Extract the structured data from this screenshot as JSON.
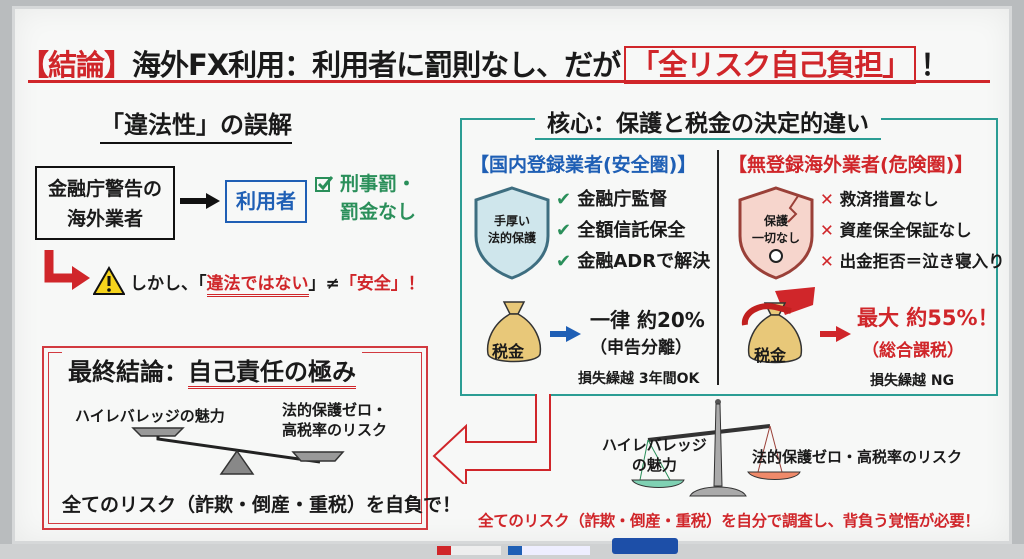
{
  "title": {
    "bracket": "【結論】",
    "main": "海外FX利用：利用者に罰則なし、だが",
    "boxed": "「全リスク自己負担」",
    "end": "！"
  },
  "misconception": {
    "title": "「違法性」の誤解",
    "fsa_box": [
      "金融庁警告の",
      "海外業者"
    ],
    "user_box": "利用者",
    "green_note": [
      "刑事罰・",
      "罰金なし"
    ],
    "warning": {
      "prefix": "しかし、",
      "quote_open": "「",
      "illegal": "違法ではない",
      "quote_close": "」",
      "neq": "≠",
      "safe": "「安全」",
      "end": "！"
    }
  },
  "core": {
    "title": "核心：保護と税金の決定的違い",
    "domestic": {
      "header": "【国内登録業者(安全圏)】",
      "shield": [
        "手厚い",
        "法的保護"
      ],
      "items": [
        "金融庁監督",
        "全額信託保全",
        "金融ADRで解決"
      ],
      "bag": "税金",
      "tax_rate": "一律 約20%",
      "tax_type": "（申告分離）",
      "loss": "損失繰越 3年間OK"
    },
    "offshore": {
      "header": "【無登録海外業者(危険圏)】",
      "shield": [
        "保護",
        "一切なし"
      ],
      "items": [
        "救済措置なし",
        "資産保全保証なし",
        "出金拒否＝泣き寝入り"
      ],
      "bag": "税金",
      "tax_rate": "最大 約55%！",
      "tax_type": "（総合課税）",
      "loss": "損失繰越 NG"
    }
  },
  "final": {
    "title_prefix": "最終結論：",
    "title_em": "自己責任の極み",
    "left_label": "ハイレバレッジの魅力",
    "right_label": [
      "法的保護ゼロ・",
      "高税率のリスク"
    ],
    "message": "全てのリスク（詐欺・倒産・重税）を自負で！"
  },
  "scale": {
    "left_label": [
      "ハイレバレッジ",
      "の魅力"
    ],
    "right_label": "法的保護ゼロ・高税率のリスク"
  },
  "bottom_message": "全てのリスク（詐欺・倒産・重税）を自分で調査し、背負う覚悟が必要！",
  "colors": {
    "red": "#d0262a",
    "blue": "#1f5fb5",
    "green": "#2a8f5a",
    "teal": "#2b9d94"
  }
}
